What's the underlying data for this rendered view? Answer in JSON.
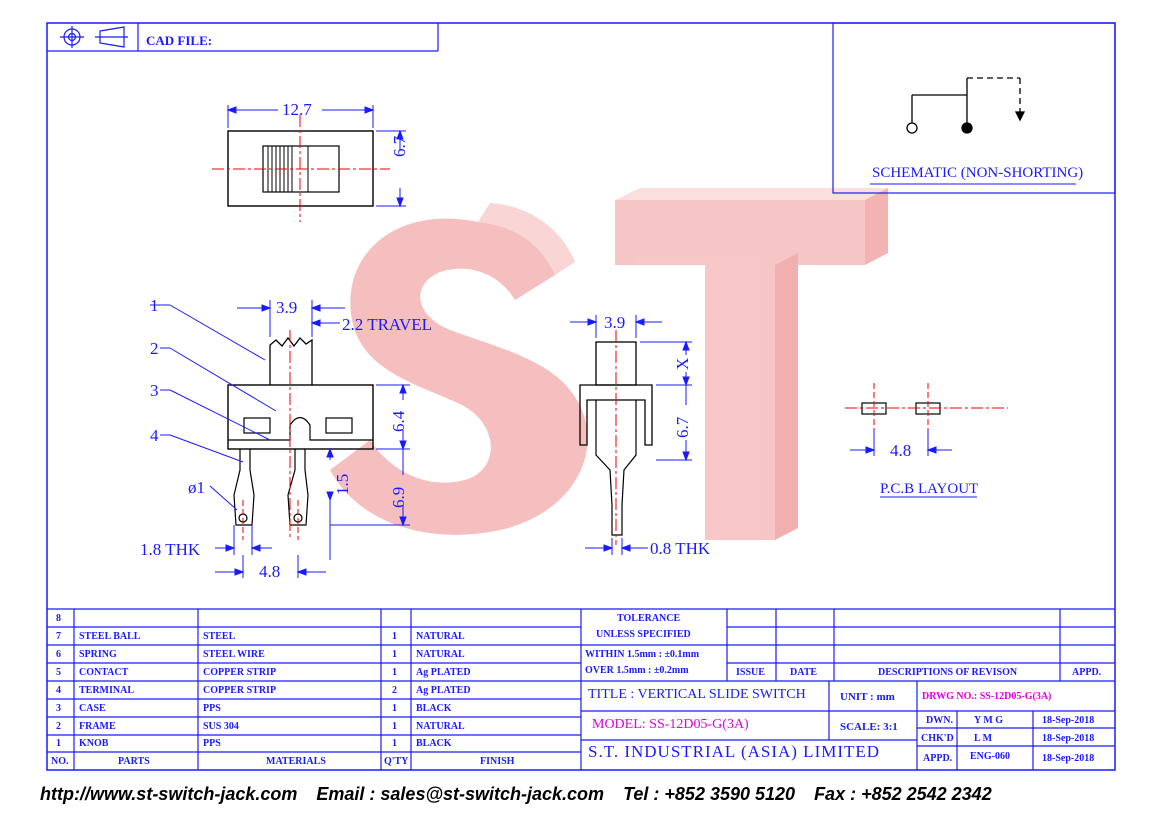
{
  "header": {
    "cad_label": "CAD FILE:"
  },
  "watermark": {
    "text": "ST",
    "color": "#f0a8a8"
  },
  "schematic": {
    "caption": "SCHEMATIC (NON-SHORTING)"
  },
  "pcb": {
    "caption": "P.C.B LAYOUT",
    "dim_48": "4.8"
  },
  "top_view": {
    "width": "12.7",
    "height": "6.7"
  },
  "front_view": {
    "knob_width": "3.9",
    "travel": "2.2 TRAVEL",
    "height_64": "6.4",
    "height_69": "6.9",
    "dim_15": "1.5",
    "hole": "ø1",
    "thk": "1.8 THK",
    "pitch": "4.8",
    "callouts": [
      "1",
      "2",
      "3",
      "4"
    ]
  },
  "side_view": {
    "width": "3.9",
    "x_label": "X",
    "height": "6.7",
    "thk": "0.8 THK"
  },
  "bom": {
    "header": {
      "no": "NO.",
      "parts": "PARTS",
      "materials": "MATERIALS",
      "qty": "Q'TY",
      "finish": "FINISH"
    },
    "rows": [
      {
        "no": "8",
        "part": "",
        "material": "",
        "qty": "",
        "finish": ""
      },
      {
        "no": "7",
        "part": "STEEL BALL",
        "material": "STEEL",
        "qty": "1",
        "finish": "NATURAL"
      },
      {
        "no": "6",
        "part": "SPRING",
        "material": "STEEL WIRE",
        "qty": "1",
        "finish": "NATURAL"
      },
      {
        "no": "5",
        "part": "CONTACT",
        "material": "COPPER STRIP",
        "qty": "1",
        "finish": "Ag PLATED"
      },
      {
        "no": "4",
        "part": "TERMINAL",
        "material": "COPPER STRIP",
        "qty": "2",
        "finish": "Ag PLATED"
      },
      {
        "no": "3",
        "part": "CASE",
        "material": "PPS",
        "qty": "1",
        "finish": "BLACK"
      },
      {
        "no": "2",
        "part": "FRAME",
        "material": "SUS 304",
        "qty": "1",
        "finish": "NATURAL"
      },
      {
        "no": "1",
        "part": "KNOB",
        "material": "PPS",
        "qty": "1",
        "finish": "BLACK"
      }
    ]
  },
  "tolerance": {
    "line1": "TOLERANCE",
    "line2": "UNLESS  SPECIFIED",
    "within": "WITHIN  1.5mm : ±0.1mm",
    "over": "OVER   1.5mm : ±0.2mm"
  },
  "revision": {
    "issue": "ISSUE",
    "date": "DATE",
    "desc": "DESCRIPTIONS OF REVISON",
    "appd": "APPD."
  },
  "title_block": {
    "title": "TITLE : VERTICAL SLIDE SWITCH",
    "unit": "UNIT :  mm",
    "drwg": "DRWG NO.: SS-12D05-G(3A)",
    "model": "MODEL: SS-12D05-G(3A)",
    "scale": "SCALE:  3:1",
    "company": "S.T. INDUSTRIAL (ASIA) LIMITED",
    "dwn_label": "DWN.",
    "dwn_name": "Y M G",
    "dwn_date": "18-Sep-2018",
    "chkd_label": "CHK'D",
    "chkd_name": "L M",
    "chkd_date": "18-Sep-2018",
    "appd_label": "APPD.",
    "appd_name": "ENG-060",
    "appd_date": "18-Sep-2018"
  },
  "footer": {
    "web": "http://www.st-switch-jack.com",
    "email": "Email : sales@st-switch-jack.com",
    "tel": "Tel : +852 3590 5120",
    "fax": "Fax : +852 2542 2342"
  }
}
